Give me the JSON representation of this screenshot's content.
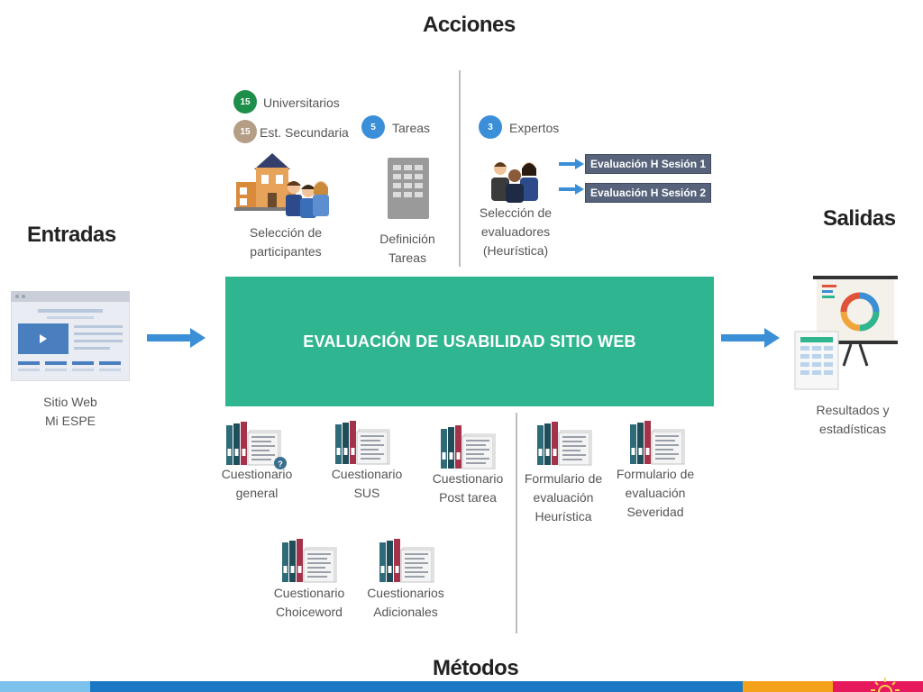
{
  "headings": {
    "acciones": "Acciones",
    "entradas": "Entradas",
    "salidas": "Salidas",
    "metodos": "Métodos"
  },
  "participants": {
    "universitarios": {
      "count": "15",
      "label": "Universitarios"
    },
    "secundaria": {
      "count": "15",
      "label": "Est. Secundaria"
    },
    "caption": "Selección de\nparticipantes"
  },
  "tasks": {
    "count": "5",
    "label": "Tareas",
    "caption": "Definición\nTareas"
  },
  "experts": {
    "count": "3",
    "label": "Expertos",
    "caption": "Selección de\nevaluadores\n(Heurística)",
    "sessions": [
      "Evaluación H Sesión 1",
      "Evaluación H Sesión 2"
    ]
  },
  "input": {
    "caption": "Sitio Web\nMi ESPE"
  },
  "center": {
    "title": "EVALUACIÓN DE USABILIDAD  SITIO WEB"
  },
  "output": {
    "caption": "Resultados y\nestadísticas"
  },
  "methods": [
    "Cuestionario\ngeneral",
    "Cuestionario\nSUS",
    "Cuestionario\nPost tarea",
    "Formulario de\nevaluación\nHeurística",
    "Formulario de\nevaluación\nSeveridad",
    "Cuestionario\nChoiceword",
    "Cuestionarios\nAdicionales"
  ],
  "colors": {
    "center_box": "#2fb58f",
    "arrow": "#3a8fd6",
    "badge_green": "#1e8f4a",
    "badge_tan": "#b59e86",
    "badge_blue": "#3b8fd9",
    "session_box": "#56637a"
  }
}
